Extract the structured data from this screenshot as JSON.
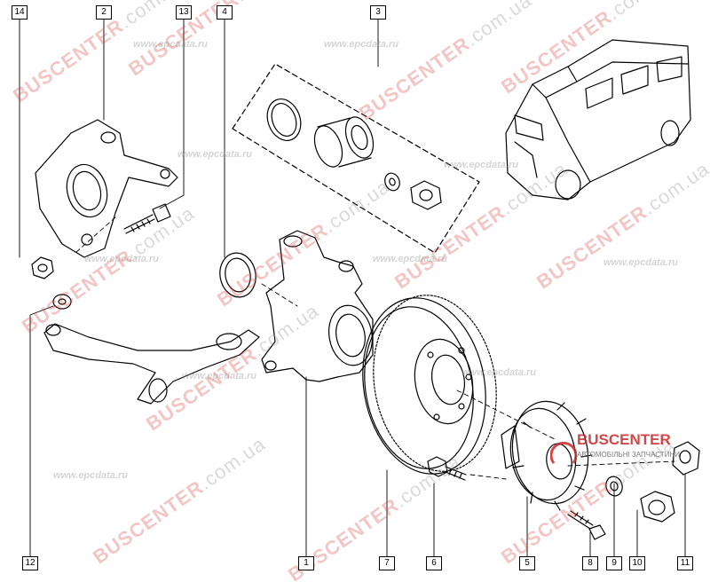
{
  "diagram": {
    "type": "exploded-parts-view",
    "subject": "front hub, knuckle and bearing assembly",
    "callouts": [
      {
        "id": "callout-1",
        "label": "1"
      },
      {
        "id": "callout-2",
        "label": "2"
      },
      {
        "id": "callout-3",
        "label": "3"
      },
      {
        "id": "callout-4",
        "label": "4"
      },
      {
        "id": "callout-5",
        "label": "5"
      },
      {
        "id": "callout-6",
        "label": "6"
      },
      {
        "id": "callout-7",
        "label": "7"
      },
      {
        "id": "callout-8",
        "label": "8"
      },
      {
        "id": "callout-9",
        "label": "9"
      },
      {
        "id": "callout-10",
        "label": "10"
      },
      {
        "id": "callout-11",
        "label": "11"
      },
      {
        "id": "callout-12",
        "label": "12"
      },
      {
        "id": "callout-13",
        "label": "13"
      },
      {
        "id": "callout-14",
        "label": "14"
      }
    ]
  },
  "watermarks": {
    "brand": "BUSCENTER",
    "domain": ".com.ua",
    "site": "www.epcdata.ru",
    "site_alt": "www.epcdata.ru"
  },
  "logo": {
    "name": "BUSCENTER",
    "tagline": "АВТОМОБІЛЬНІ ЗАПЧАСТИНИ"
  },
  "colors": {
    "line": "#000000",
    "watermark_red": "#d63e3e",
    "watermark_gray": "#969696"
  }
}
